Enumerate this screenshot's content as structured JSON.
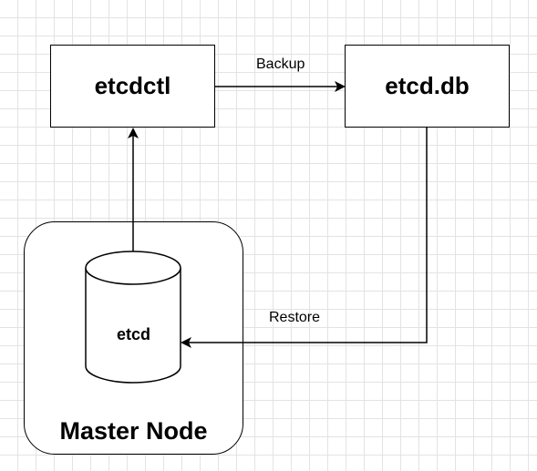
{
  "nodes": {
    "etcdctl": "etcdctl",
    "etcd_db": "etcd.db",
    "etcd": "etcd",
    "master_node": "Master Node"
  },
  "edges": {
    "backup": "Backup",
    "restore": "Restore"
  },
  "colors": {
    "stroke": "#000000",
    "background": "#ffffff",
    "grid": "#e3e3e3"
  }
}
